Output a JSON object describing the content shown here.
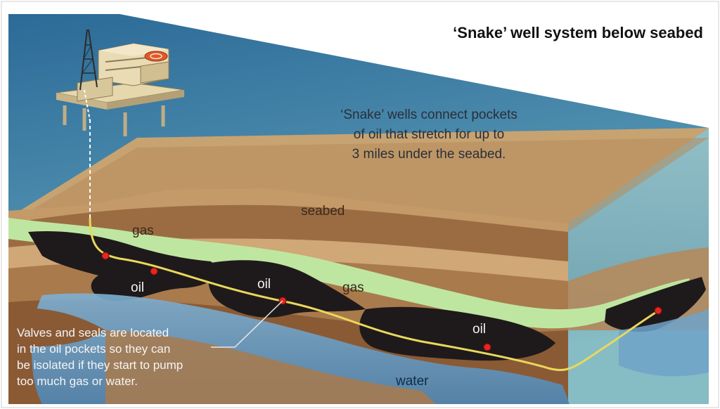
{
  "title": "‘Snake’ well system below seabed",
  "caption": {
    "lines": [
      "‘Snake’ wells connect pockets",
      "of oil that stretch for up to",
      "3 miles under the seabed."
    ]
  },
  "labels": {
    "seabed": "seabed",
    "gas_left": "gas",
    "gas_center": "gas",
    "oil_left": "oil",
    "oil_center": "oil",
    "oil_right": "oil",
    "water": "water"
  },
  "note": {
    "lines": [
      "Valves and seals are located",
      "in the oil pockets so they can",
      "be isolated if they start to pump",
      "too much gas or water."
    ]
  },
  "icons": {
    "platform": "oil-platform-icon",
    "valve": "valve-icon"
  },
  "colors": {
    "sea_top": "#2f6f9c",
    "sea_bottom": "#7fb8c2",
    "rock_light": "#c9a06c",
    "rock_mid": "#a27446",
    "rock_dark": "#7a4f2f",
    "gas": "#bfe6a0",
    "oil": "#1e1a1b",
    "water": "#6fa3c9",
    "pipe": "#f0e06a",
    "valve": "#e52621"
  }
}
